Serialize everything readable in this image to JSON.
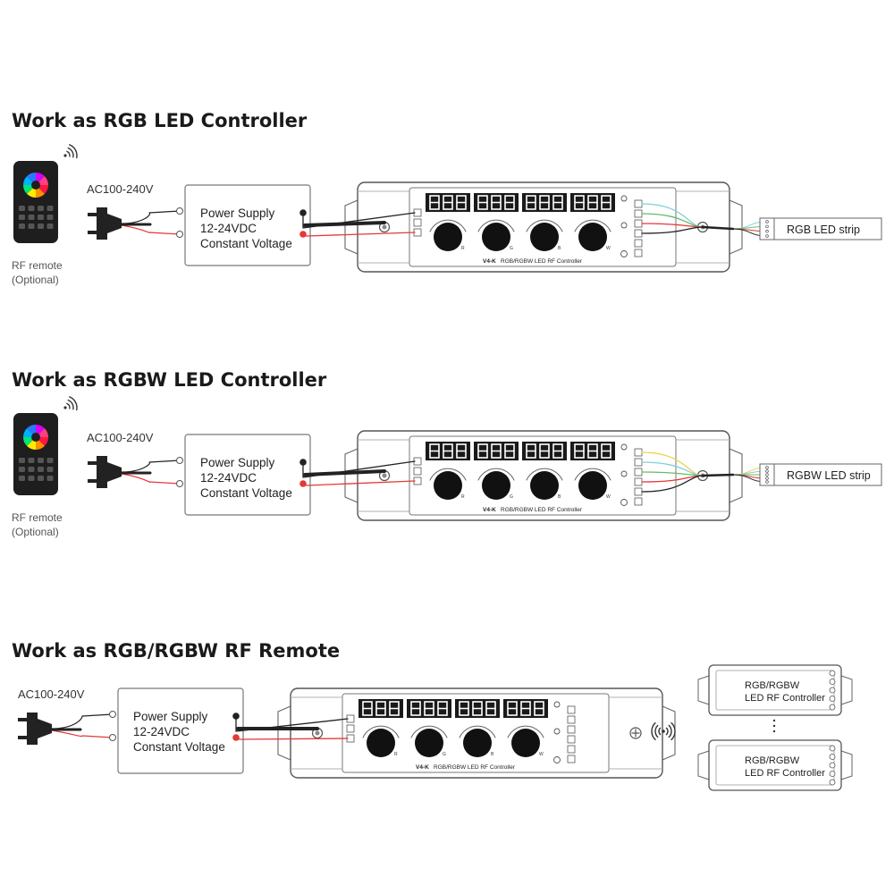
{
  "sections": [
    {
      "title": "Work as RGB LED Controller",
      "has_remote": true,
      "remote_label_1": "RF remote",
      "remote_label_2": "(Optional)",
      "ac_label": "AC100-240V",
      "psu_lines": [
        "Power Supply",
        "12-24VDC",
        "Constant Voltage"
      ],
      "controller_model": "V4-K",
      "controller_name": "RGB/RGBW LED RF Controller",
      "knob_labels": [
        "R",
        "G",
        "B",
        "W"
      ],
      "output": "strip",
      "strip_label": "RGB LED strip",
      "wire_colors": [
        "#7fd0d8",
        "#66bb6a",
        "#e53935",
        "#222222"
      ]
    },
    {
      "title": "Work as RGBW LED Controller",
      "has_remote": true,
      "remote_label_1": "RF remote",
      "remote_label_2": "(Optional)",
      "ac_label": "AC100-240V",
      "psu_lines": [
        "Power Supply",
        "12-24VDC",
        "Constant Voltage"
      ],
      "controller_model": "V4-K",
      "controller_name": "RGB/RGBW LED RF Controller",
      "knob_labels": [
        "R",
        "G",
        "B",
        "W"
      ],
      "output": "strip",
      "strip_label": "RGBW LED strip",
      "wire_colors": [
        "#e8d44d",
        "#7fd0d8",
        "#66bb6a",
        "#e53935",
        "#222222"
      ]
    },
    {
      "title": "Work as RGB/RGBW RF Remote",
      "has_remote": false,
      "ac_label": "AC100-240V",
      "psu_lines": [
        "Power Supply",
        "12-24VDC",
        "Constant Voltage"
      ],
      "controller_model": "V4-K",
      "controller_name": "RGB/RGBW LED RF Controller",
      "knob_labels": [
        "R",
        "G",
        "B",
        "W"
      ],
      "output": "receivers",
      "receiver_lines": [
        "RGB/RGBW",
        "LED RF Controller"
      ]
    }
  ],
  "colors": {
    "wire_positive": "#e53935",
    "wire_negative": "#222222",
    "outline": "#555555",
    "display": "#1a1a1a"
  }
}
